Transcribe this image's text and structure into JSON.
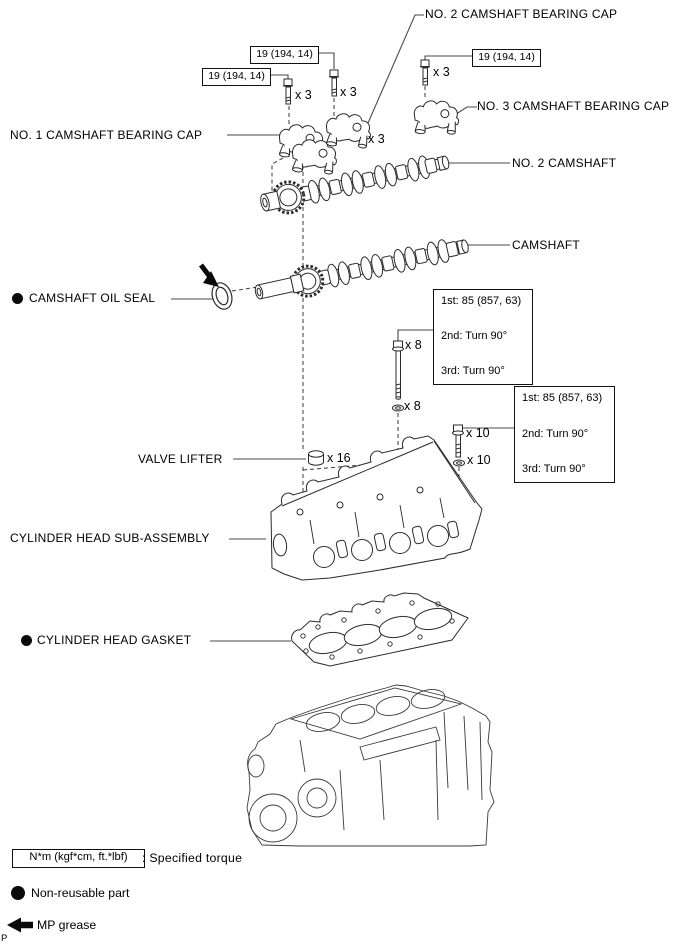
{
  "parts": {
    "no2_bearing_cap": "NO. 2 CAMSHAFT BEARING CAP",
    "no1_bearing_cap": "NO. 1 CAMSHAFT BEARING CAP",
    "no3_bearing_cap": "NO. 3 CAMSHAFT BEARING CAP",
    "no2_camshaft": "NO. 2 CAMSHAFT",
    "camshaft": "CAMSHAFT",
    "camshaft_oil_seal": "CAMSHAFT OIL SEAL",
    "valve_lifter": "VALVE LIFTER",
    "cylinder_head": "CYLINDER HEAD SUB-ASSEMBLY",
    "cylinder_head_gasket": "CYLINDER HEAD GASKET"
  },
  "torque_specs": {
    "bearing_cap_bolt": "19 (194, 14)",
    "head_bolt": {
      "line1": "1st: 85 (857, 63)",
      "line2": "2nd: Turn 90°",
      "line3": "3rd: Turn 90°"
    }
  },
  "quantities": {
    "x3": "x 3",
    "x8": "x 8",
    "x10": "x 10",
    "x16": "x 16"
  },
  "legend": {
    "torque_unit_box": "N*m (kgf*cm, ft.*lbf)",
    "torque_description": ": Specified torque",
    "non_reusable": "Non-reusable part",
    "mp_grease": "MP grease"
  },
  "page_marker": "P",
  "colors": {
    "line": "#2b2b2b",
    "background": "#ffffff"
  }
}
